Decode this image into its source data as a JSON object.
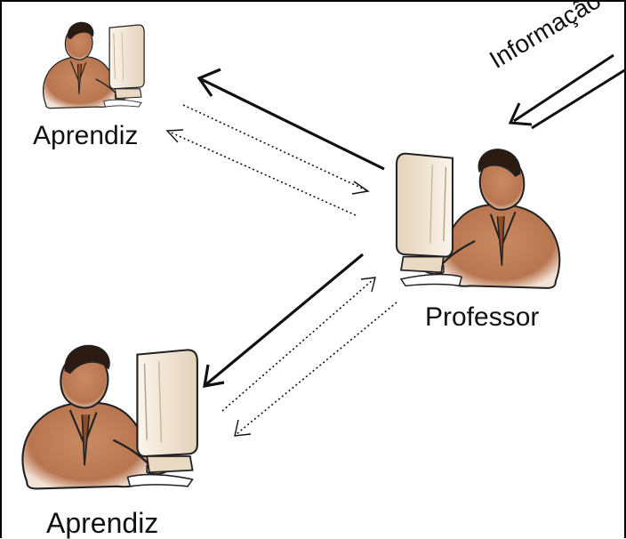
{
  "labels": {
    "learner_top": "Aprendiz",
    "teacher": "Professor",
    "learner_bottom": "Aprendiz",
    "information": "Informação"
  },
  "colors": {
    "skin": "#c98a62",
    "skin_dark": "#a9663d",
    "monitor": "#efe1cd",
    "line": "#111111"
  },
  "icons": {
    "person": "person-at-computer-icon"
  }
}
